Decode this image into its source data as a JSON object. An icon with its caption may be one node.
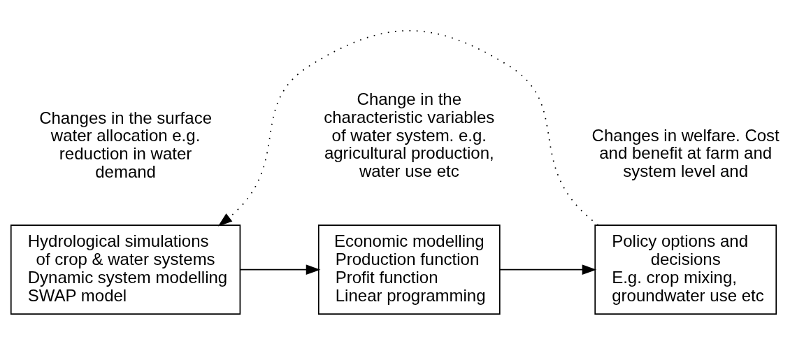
{
  "diagram": {
    "nodes": [
      {
        "text": [
          "Hydrological simulations of crop & water systems",
          "Dynamic system modelling",
          "SWAP model"
        ]
      },
      {
        "text": [
          "Economic modelling",
          "Production function",
          "Profit function",
          "Linear programming"
        ]
      },
      {
        "text": [
          "Policy options and decisions",
          "E.g. crop mixing, groundwater use etc"
        ]
      }
    ],
    "edges": [
      {
        "from": 0,
        "to": 1,
        "arrow": "to"
      },
      {
        "from": 1,
        "to": 2,
        "arrow": "to"
      },
      {
        "from": 2,
        "to": 0,
        "arrow": "to",
        "style": "dashed"
      }
    ],
    "labels": [
      "Changes in the surface water allocation e.g. reduction in water demand",
      "Change in the characteristic variables of water system. e.g. agricultural production, water use etc",
      "Changes in welfare. Cost and benefit at farm and system level and"
    ]
  }
}
